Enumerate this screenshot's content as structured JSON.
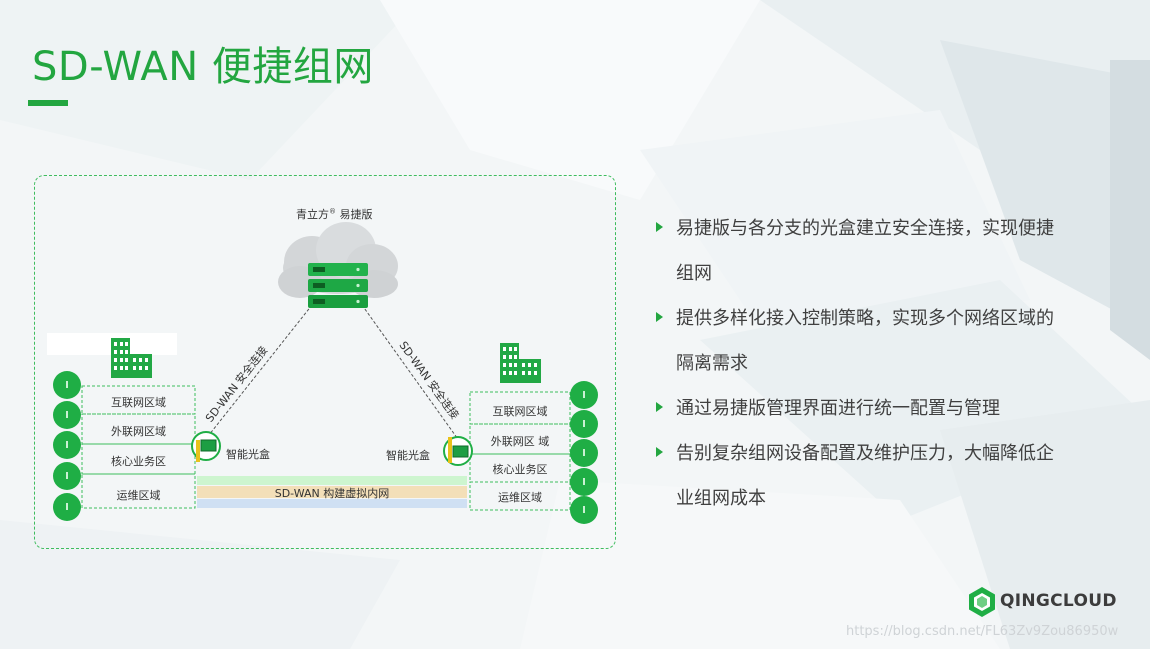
{
  "slide": {
    "title": "SD-WAN 便捷组网"
  },
  "diagram": {
    "cloud_label": "青立方",
    "cloud_label_mark": "®",
    "cloud_label_suffix": " 易捷版",
    "left_link_label": "SD-WAN 安全连接",
    "right_link_label": "SD-WAN 安全连接",
    "left_zones": [
      "互联网区域",
      "外联网区域",
      "核心业务区",
      "运维区域"
    ],
    "right_zones": [
      "互联网区域",
      "外联网区 域",
      "核心业务区",
      "运维区域"
    ],
    "left_box_label": "智能光盒",
    "right_box_label": "智能光盒",
    "virtual_network_label": "SD-WAN 构建虚拟内网"
  },
  "bullets": [
    "易捷版与各分支的光盒建立安全连接，实现便捷组网",
    "提供多样化接入控制策略，实现多个网络区域的隔离需求",
    "通过易捷版管理界面进行统一配置与管理",
    "告别复杂组网设备配置及维护压力，大幅降低企业组网成本"
  ],
  "logo": {
    "text": "QINGCLOUD"
  },
  "watermark": "https://blog.csdn.net/FL63Zv9Zou86950w",
  "colors": {
    "brand_green": "#23a640",
    "node_green": "#1fae45",
    "frame_green": "#3ebd5e",
    "box_yellow": "#e8c21a",
    "band_green": "#cdf5cf",
    "band_tan": "#f3dfb8",
    "band_blue": "#cfe0f3"
  }
}
